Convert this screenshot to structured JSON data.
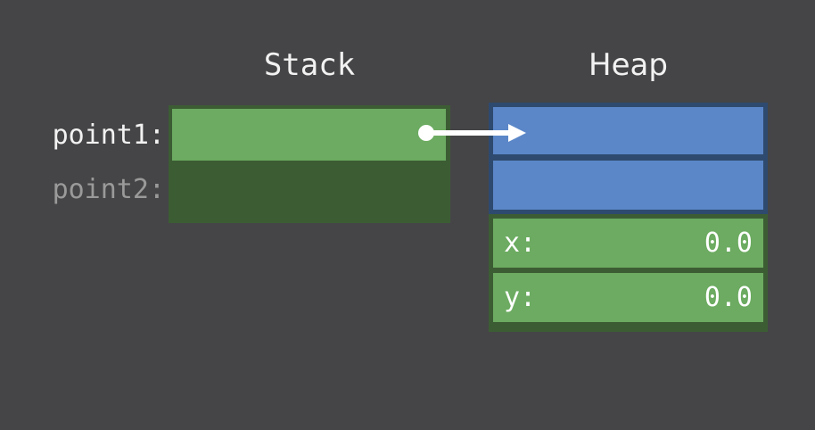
{
  "diagram": {
    "title_stack": "Stack",
    "title_heap": "Heap",
    "background_color": "#454547"
  },
  "stack": {
    "label": "Stack",
    "frame_color": "#3c5d34",
    "active_slot_color": "#6cab61",
    "variables": [
      {
        "name": "point1",
        "label": "point1:",
        "state": "initialized",
        "text_color": "#f2f2f2",
        "slot_color": "#6cab61",
        "has_pointer": true
      },
      {
        "name": "point2",
        "label": "point2:",
        "state": "uninitialized",
        "text_color": "#9a9a9a",
        "slot_color": "#3c5d34",
        "has_pointer": false
      }
    ]
  },
  "heap": {
    "label": "Heap",
    "objects": [
      {
        "name": "pointer-object",
        "box_color": "#2e4a6e",
        "cell_color": "#5b87c8",
        "cells": [
          {
            "name": "cell-1",
            "text": ""
          },
          {
            "name": "cell-2",
            "text": ""
          }
        ]
      },
      {
        "name": "point-struct",
        "box_color": "#3c5d34",
        "cell_color": "#6cab61",
        "fields": [
          {
            "key": "x:",
            "value": "0.0"
          },
          {
            "key": "y:",
            "value": "0.0"
          }
        ]
      }
    ]
  },
  "pointer": {
    "name": "point1-to-heap-arrow",
    "color": "#ffffff",
    "from": "stack.point1",
    "to": "heap.pointer-object.cell-1"
  }
}
